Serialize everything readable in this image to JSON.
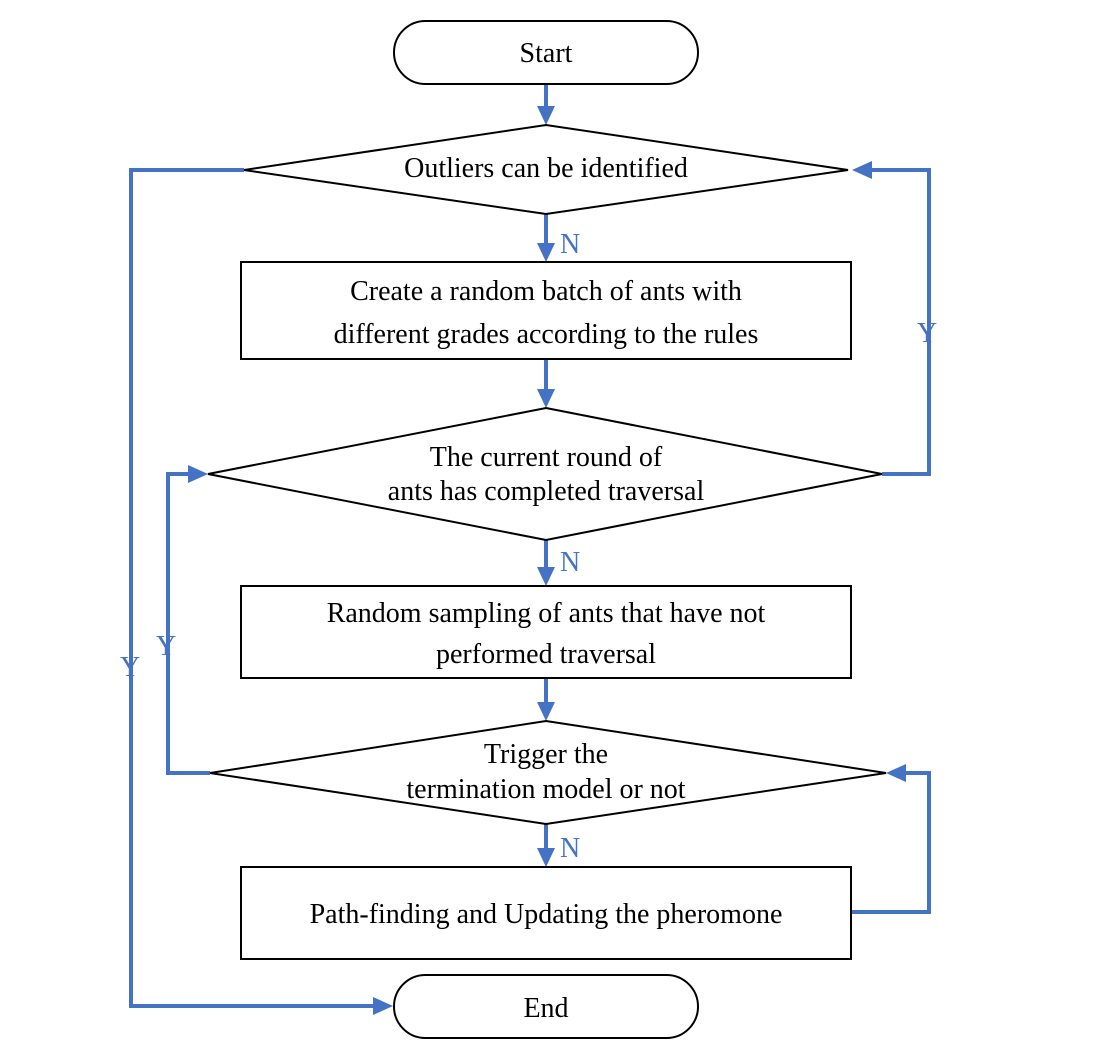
{
  "colors": {
    "connector": "#4472C4",
    "node_border": "#000000",
    "node_fill": "#ffffff",
    "text": "#000000"
  },
  "nodes": {
    "start": {
      "label": "Start"
    },
    "outliers_decision": {
      "label": "Outliers can be identified"
    },
    "create_ants": {
      "line1": "Create a random batch of ants with",
      "line2": "different grades according to the rules"
    },
    "traversal_decision": {
      "line1": "The current round of",
      "line2": "ants has completed traversal"
    },
    "random_sampling": {
      "line1": "Random sampling of ants that have not",
      "line2": "performed traversal"
    },
    "termination_decision": {
      "line1": "Trigger the",
      "line2": "termination model or not"
    },
    "path_finding": {
      "label": "Path-finding and Updating the pheromone"
    },
    "end": {
      "label": "End"
    }
  },
  "edge_labels": {
    "outliers_no": "N",
    "traversal_no": "N",
    "termination_no": "N",
    "traversal_yes": "Y",
    "termination_yes": "Y",
    "outliers_yes": "Y"
  }
}
